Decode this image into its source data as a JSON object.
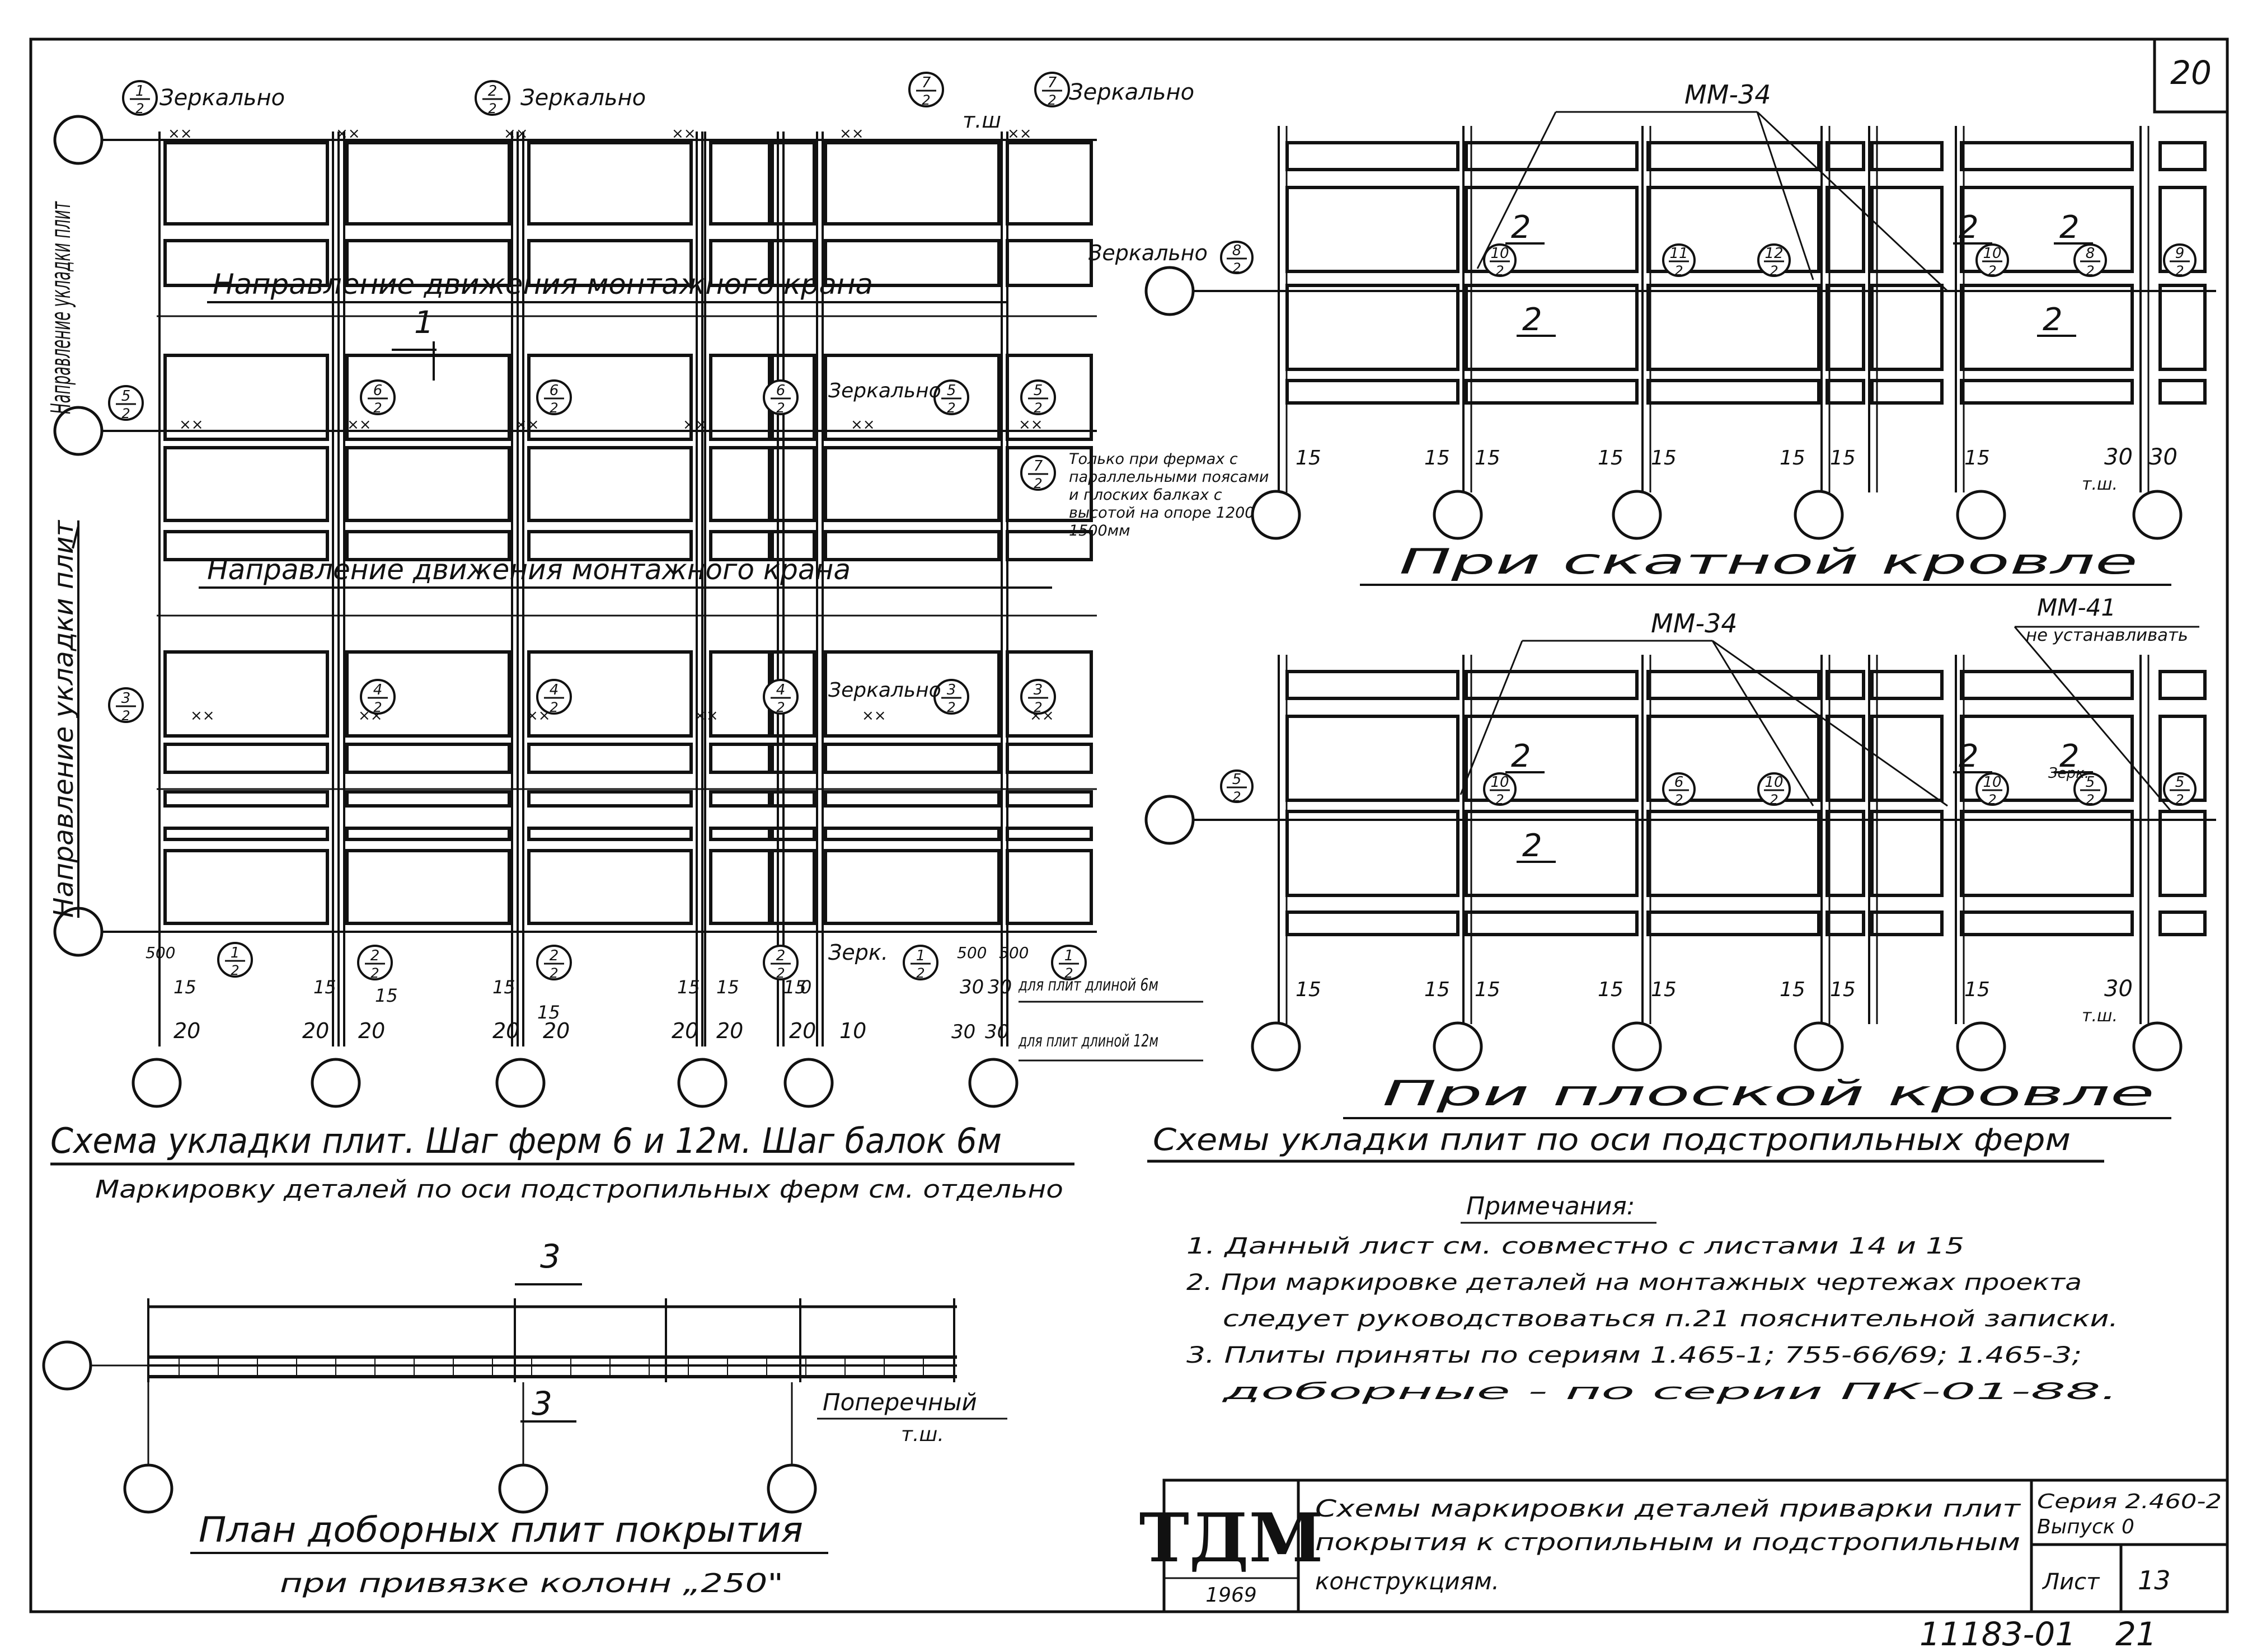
{
  "sheet": {
    "page_number": "20",
    "bottom_number": "11183-01",
    "bottom_sheet": "21"
  },
  "main_plan": {
    "title": "Схема укладки плит. Шаг ферм 6 и 12м. Шаг балок 6м",
    "subtitle": "Маркировку деталей по оси подстропильных ферм см. отдельно",
    "crane_direction": "Направление движения монтажного крана",
    "crane_direction_mark": "1",
    "laying_direction": "Направление укладки плит",
    "mirror": "Зеркально",
    "tsh": "т.ш",
    "only_note": "Только при фермах с параллельными поясами и плоских балках с высотой на опоре 1200 и 1500мм",
    "top_labels": [
      "1/2",
      "2/2",
      "7/2",
      "7/2"
    ],
    "row_labels": [
      "6/2",
      "6/2",
      "6/2",
      "5/2",
      "5/2"
    ],
    "row_labels_2": [
      "4/2",
      "4/2",
      "4/2",
      "3/2",
      "3/2"
    ],
    "left_labels": [
      "5/2",
      "3/2"
    ],
    "mid_label": "7/2",
    "bottom_labels": [
      "1/2",
      "2/2",
      "2/2",
      "2/2",
      "1/2",
      "1/2"
    ],
    "bottom_mirror": "Зерк.",
    "dims_a": [
      "500",
      "500",
      "500"
    ],
    "dims_15": [
      "15",
      "15",
      "15",
      "15",
      "15",
      "15",
      "15",
      "15",
      "0"
    ],
    "dims_20": [
      "20",
      "20",
      "20",
      "20",
      "20",
      "20",
      "20",
      "20",
      "10"
    ],
    "dims_30": [
      "30",
      "30",
      "30",
      "30"
    ],
    "plate6": "для плит длиной 6м",
    "plate12": "для плит длиной 12м"
  },
  "sloped": {
    "title": "При скатной кровле",
    "callout": "ММ-34",
    "mirror": "Зеркально",
    "labels": [
      "8/2",
      "10/2",
      "11/2",
      "12/2",
      "10/2",
      "8/2",
      "9/2"
    ],
    "marks": [
      "2",
      "2",
      "2",
      "2",
      "2"
    ],
    "dims_15": [
      "15",
      "15",
      "15",
      "15",
      "15",
      "15",
      "15",
      "15"
    ],
    "dims_30": [
      "30",
      "30"
    ],
    "tsh": "т.ш."
  },
  "flat": {
    "title": "При плоской кровле",
    "callout": "ММ-34",
    "callout2": "ММ-41",
    "callout2_note": "не устанавливать",
    "labels": [
      "5/2",
      "10/2",
      "6/2",
      "10/2",
      "10/2",
      "5/2",
      "5/2"
    ],
    "marks": [
      "2",
      "2",
      "2",
      "2"
    ],
    "zerk": "Зерк.",
    "dims_15": [
      "15",
      "15",
      "15",
      "15",
      "15",
      "15",
      "15",
      "15"
    ],
    "dims_30": [
      "30"
    ],
    "tsh": "т.ш."
  },
  "schemes_title": "Схемы укладки плит по оси подстропильных ферм",
  "notes": {
    "heading": "Примечания:",
    "items": [
      "1. Данный лист см. совместно с листами 14 и 15",
      "2. При маркировке деталей на монтажных чертежах проекта",
      "следует руководствоваться п.21 пояснительной записки.",
      "3. Плиты приняты по сериям 1.465-1; 755-66/69; 1.465-3;",
      "доборные - по серии ПК-01-88."
    ]
  },
  "section": {
    "title": "План доборных плит покрытия",
    "subtitle": "при привязке колонн „250\"",
    "mark_top": "3",
    "mark_bottom": "3",
    "transverse": "Поперечный",
    "tsh": "т.ш."
  },
  "title_block": {
    "logo": "ТДМ",
    "year": "1969",
    "description": [
      "Схемы маркировки деталей приварки плит",
      "покрытия к стропильным и подстропильным",
      "конструкциям."
    ],
    "series": "Серия 2.460-2",
    "issue": "Выпуск 0",
    "sheet_label": "Лист",
    "sheet_no": "13"
  }
}
